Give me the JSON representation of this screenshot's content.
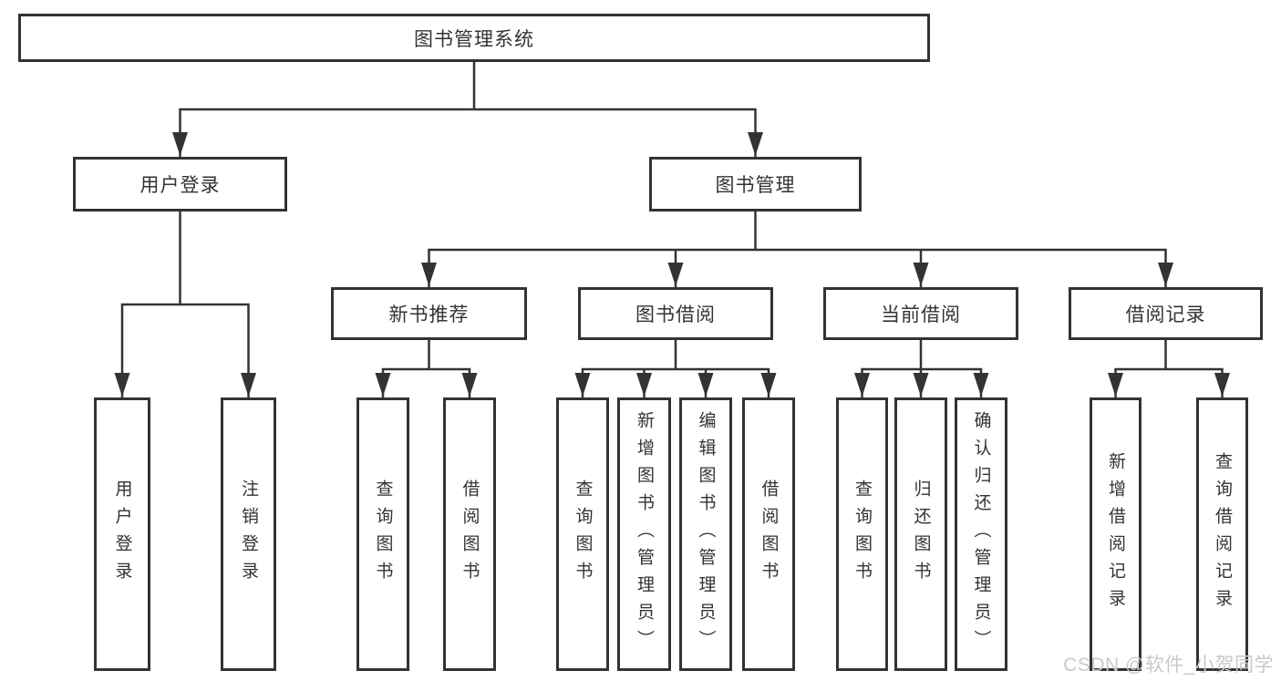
{
  "diagram": {
    "nodes": {
      "root": {
        "label": "图书管理系统"
      },
      "userLogin": {
        "label": "用户登录"
      },
      "bookMgmt": {
        "label": "图书管理"
      },
      "newBookRec": {
        "label": "新书推荐"
      },
      "bookBorrow": {
        "label": "图书借阅"
      },
      "currentBorrow": {
        "label": "当前借阅"
      },
      "borrowRecords": {
        "label": "借阅记录"
      },
      "leafUserLogin": {
        "label": "用户登录"
      },
      "leafLogout": {
        "label": "注销登录"
      },
      "nbrQuery": {
        "label": "查询图书"
      },
      "nbrBorrow": {
        "label": "借阅图书"
      },
      "bbQuery": {
        "label": "查询图书"
      },
      "bbAdd": {
        "label": "新增图书（管理员）"
      },
      "bbEdit": {
        "label": "编辑图书（管理员）"
      },
      "bbBorrow": {
        "label": "借阅图书"
      },
      "cbQuery": {
        "label": "查询图书"
      },
      "cbReturn": {
        "label": "归还图书"
      },
      "cbConfirm": {
        "label": "确认归还（管理员）"
      },
      "brAdd": {
        "label": "新增借阅记录"
      },
      "brQuery": {
        "label": "查询借阅记录"
      }
    },
    "edges": [
      {
        "parent": "root",
        "children": [
          "userLogin",
          "bookMgmt"
        ]
      },
      {
        "parent": "userLogin",
        "children": [
          "leafUserLogin",
          "leafLogout"
        ]
      },
      {
        "parent": "bookMgmt",
        "children": [
          "newBookRec",
          "bookBorrow",
          "currentBorrow",
          "borrowRecords"
        ]
      },
      {
        "parent": "newBookRec",
        "children": [
          "nbrQuery",
          "nbrBorrow"
        ]
      },
      {
        "parent": "bookBorrow",
        "children": [
          "bbQuery",
          "bbAdd",
          "bbEdit",
          "bbBorrow"
        ]
      },
      {
        "parent": "currentBorrow",
        "children": [
          "cbQuery",
          "cbReturn",
          "cbConfirm"
        ]
      },
      {
        "parent": "borrowRecords",
        "children": [
          "brAdd",
          "brQuery"
        ]
      }
    ]
  },
  "watermark": {
    "text": "CSDN @软件_小贺同学"
  },
  "colors": {
    "line": "#333333",
    "border": "#333333",
    "text": "#333333",
    "watermark": "#c9c9c9",
    "background": "#ffffff"
  }
}
